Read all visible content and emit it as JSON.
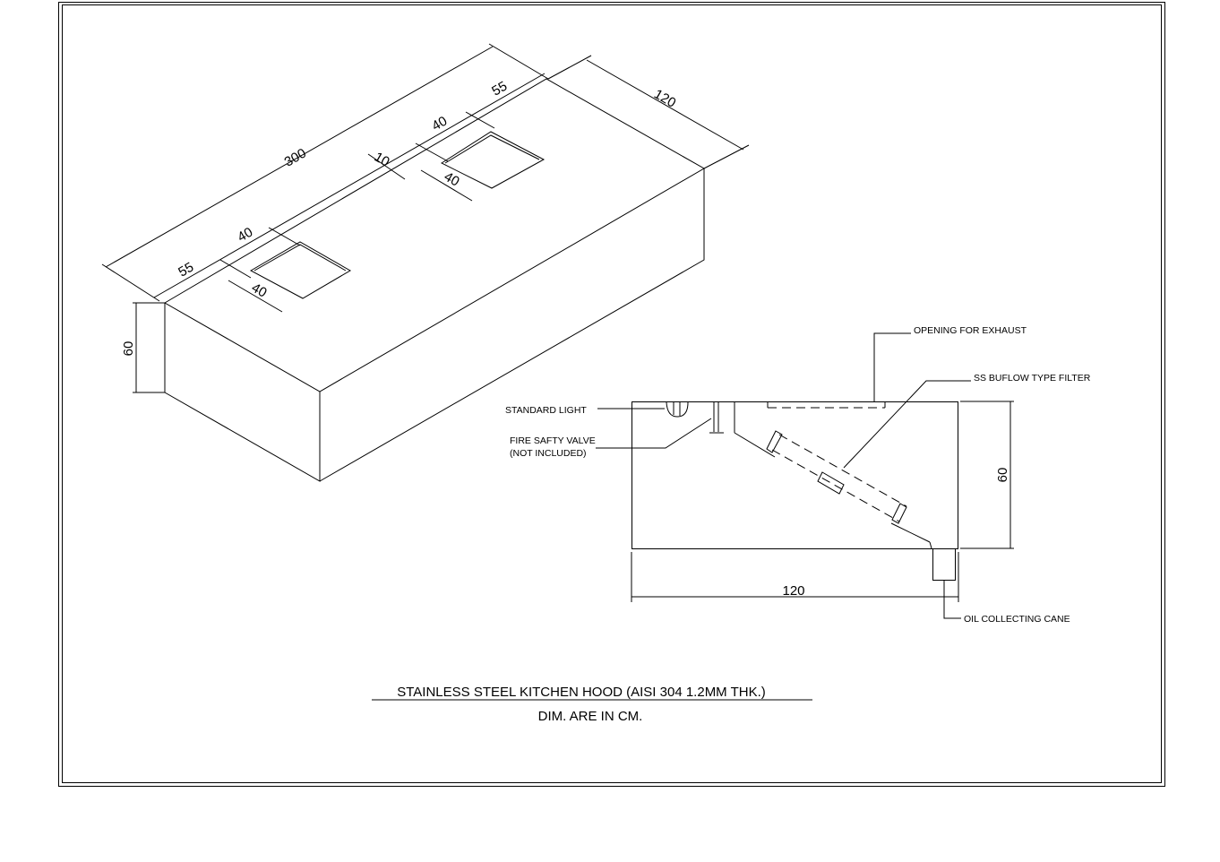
{
  "drawing": {
    "title": "STAINLESS STEEL KITCHEN HOOD (AISI 304 1.2MM THK.)",
    "subtitle": "DIM. ARE IN CM.",
    "isometric_view": {
      "length": "300",
      "width": "120",
      "height": "60",
      "end_offset_left": "55",
      "end_offset_right": "55",
      "opening_1_length": "40",
      "opening_1_width": "40",
      "opening_2_length": "40",
      "opening_2_width": "40",
      "gap": "10"
    },
    "section_view": {
      "width": "120",
      "height": "60",
      "labels": {
        "exhaust": "OPENING FOR EXHAUST",
        "filter": "SS BUFLOW TYPE FILTER",
        "light": "STANDARD LIGHT",
        "valve_line1": "FIRE SAFTY VALVE",
        "valve_line2": "(NOT INCLUDED)",
        "oil": "OIL COLLECTING CANE"
      }
    }
  }
}
